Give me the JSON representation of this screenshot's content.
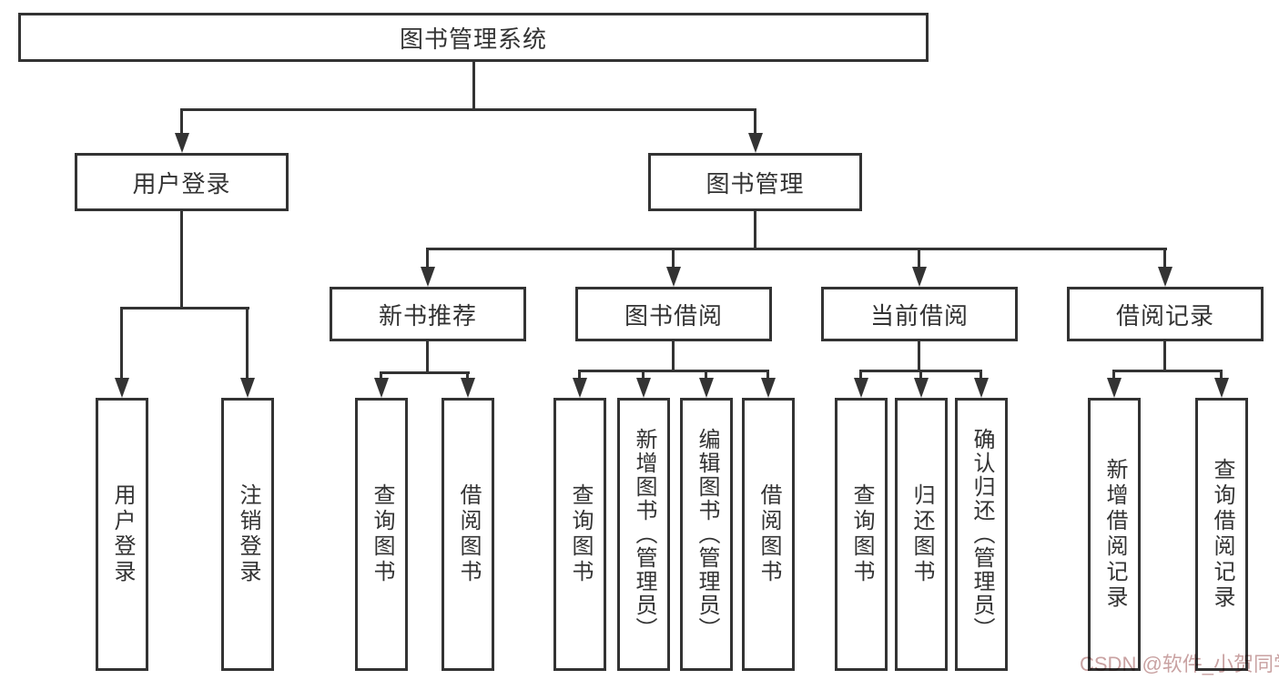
{
  "diagram": {
    "root": {
      "label": "图书管理系统"
    },
    "level2": [
      {
        "label": "用户登录"
      },
      {
        "label": "图书管理"
      }
    ],
    "level3": [
      {
        "label": "新书推荐"
      },
      {
        "label": "图书借阅"
      },
      {
        "label": "当前借阅"
      },
      {
        "label": "借阅记录"
      }
    ],
    "leaves": {
      "user_login": [
        "用户登录",
        "注销登录"
      ],
      "new_book": [
        "查询图书",
        "借阅图书"
      ],
      "book_borrow": [
        "查询图书",
        "新增图书（管理员）",
        "编辑图书（管理员）",
        "借阅图书"
      ],
      "current_borrow": [
        "查询图书",
        "归还图书",
        "确认归还（管理员）"
      ],
      "borrow_record": [
        "新增借阅记录",
        "查询借阅记录"
      ]
    }
  },
  "watermark": {
    "text": "CSDN @软件_小贺同学",
    "color": "#c9a2a2"
  },
  "colors": {
    "line": "#333333",
    "box_border": "#333333",
    "background": "#ffffff",
    "text": "#333333"
  }
}
